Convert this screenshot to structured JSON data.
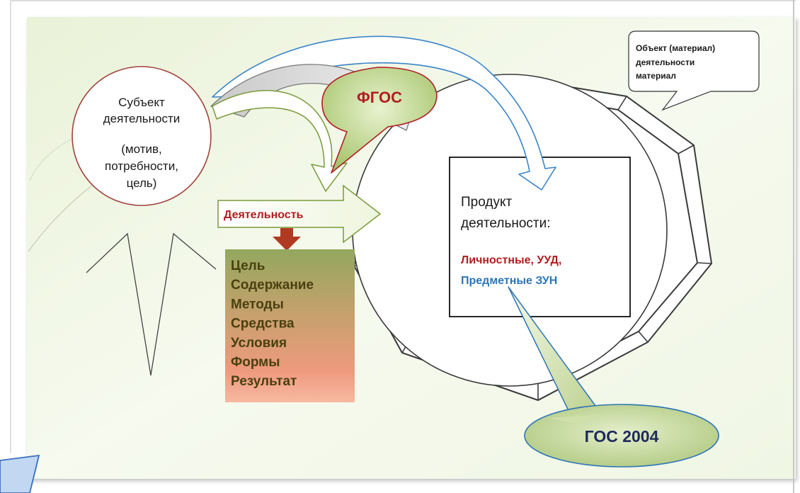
{
  "subject": {
    "line1": "Субъект",
    "line2": "деятельности",
    "line3": "(мотив,",
    "line4": "потребности,",
    "line5": "цель)"
  },
  "object_callout": {
    "line1": "Объект (материал)",
    "line2": "деятельности",
    "line3": "материал"
  },
  "fgos_label": "ФГОС",
  "activity_label": "Деятельность",
  "components": [
    "Цель",
    "Содержание",
    "Методы",
    "Средства",
    "Условия",
    "Формы",
    "Результат"
  ],
  "product": {
    "line1": "Продукт",
    "line2": "деятельности:",
    "personal": "Личностные, УУД,",
    "subject_results": "Предметные ЗУН"
  },
  "gos_label": "ГОС 2004",
  "colors": {
    "background": "#f3f8ea",
    "dark_red": "#b01e22",
    "blue": "#2e75b6",
    "navy": "#1f2a5c",
    "olive_text": "#4a4010",
    "callout_red_fill": "#a8c86a",
    "gos_fill": "#c5d79c"
  }
}
